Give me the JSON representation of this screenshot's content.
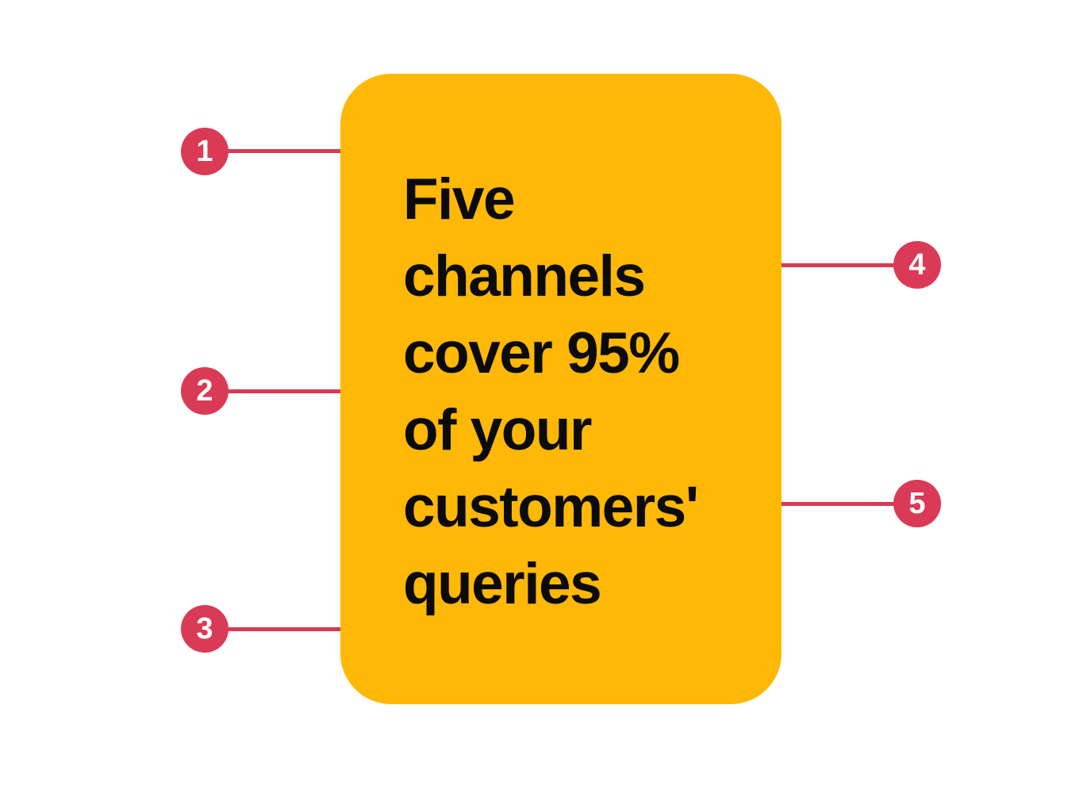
{
  "card": {
    "headline": "Five channels cover 95% of your customers' queries",
    "lines": [
      "Five",
      "channels",
      "cover 95%",
      "of your",
      "customers'",
      "queries"
    ]
  },
  "callouts": [
    {
      "number": "1",
      "side": "left"
    },
    {
      "number": "2",
      "side": "left"
    },
    {
      "number": "3",
      "side": "left"
    },
    {
      "number": "4",
      "side": "right"
    },
    {
      "number": "5",
      "side": "right"
    }
  ],
  "colors": {
    "page-bg": "#ffffff",
    "card-bg": "#FFB805",
    "card-text": "#0b0b0b",
    "badge-bg": "#DA3A55",
    "badge-text": "#ffffff",
    "connector": "#DA3A55"
  }
}
